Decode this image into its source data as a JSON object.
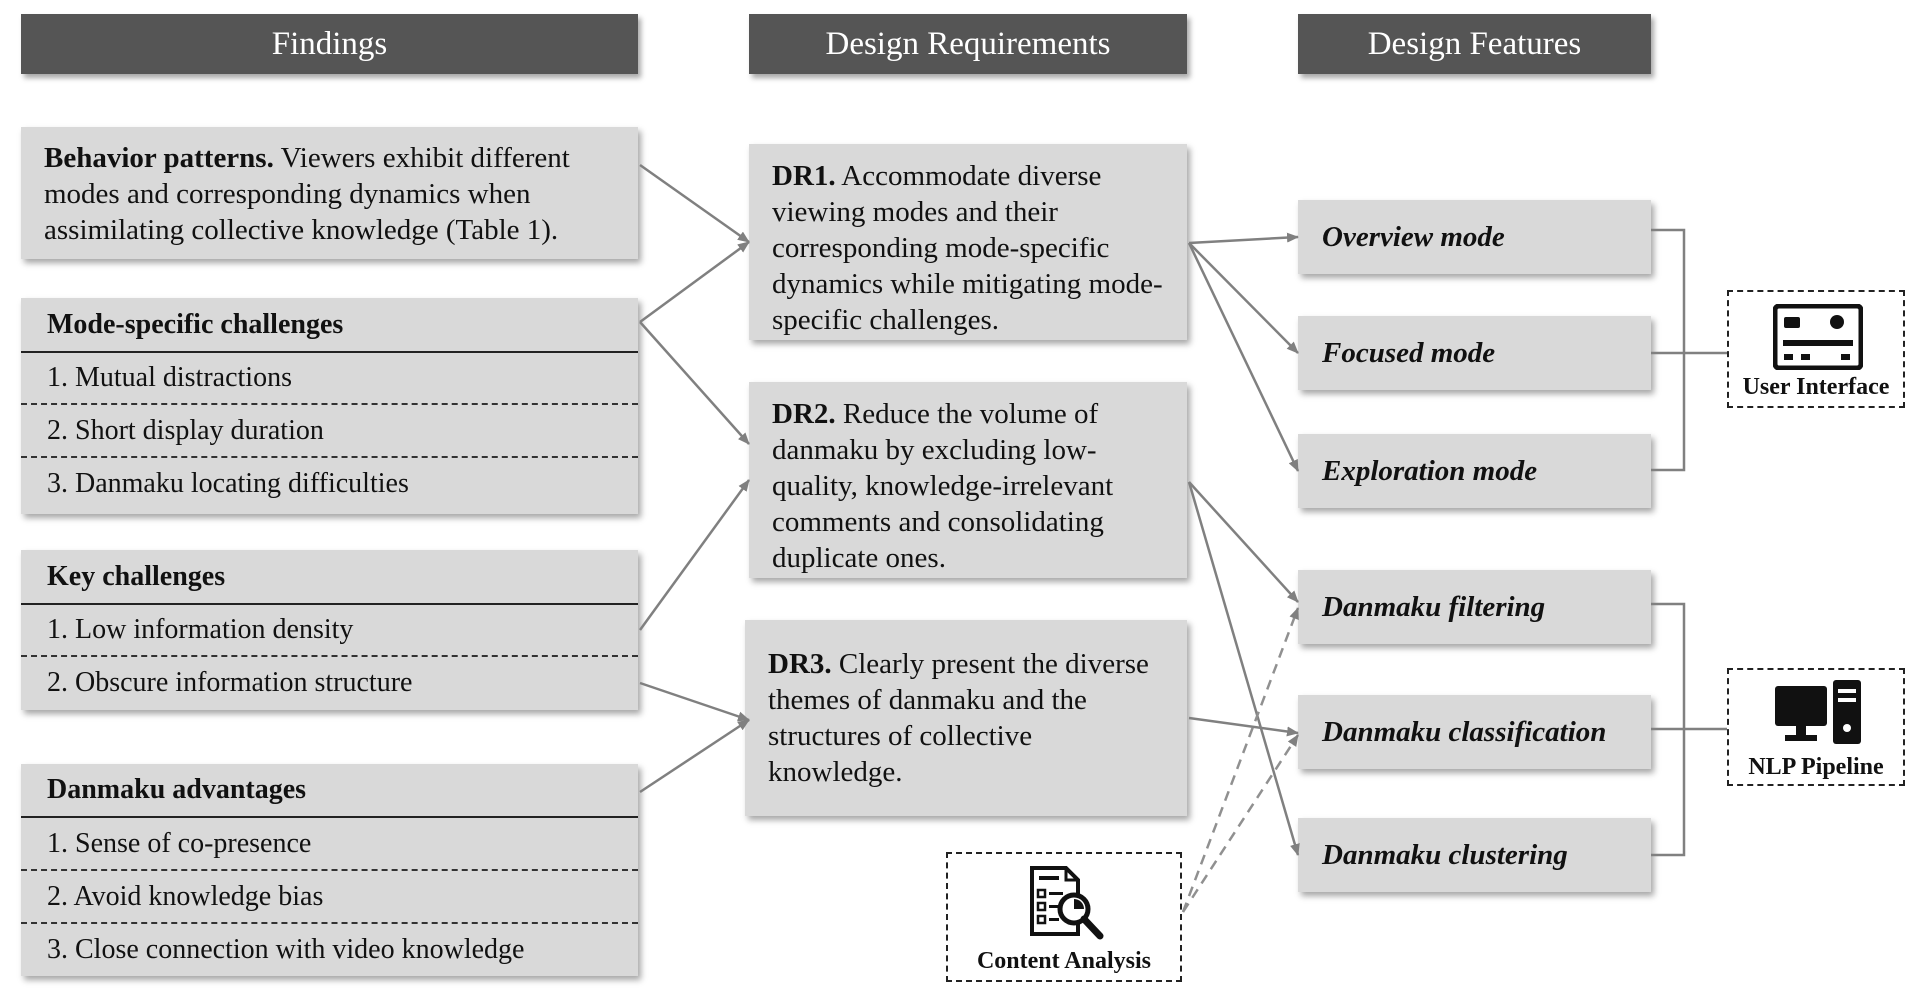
{
  "headers": {
    "findings": "Findings",
    "requirements": "Design Requirements",
    "features": "Design Features"
  },
  "findings": {
    "behavior": {
      "title": "Behavior patterns.",
      "text": " Viewers exhibit different modes and corresponding dynamics when assimilating collective knowledge (Table 1)."
    },
    "mode_challenges": {
      "title": "Mode-specific challenges",
      "items": [
        "1. Mutual distractions",
        "2. Short display duration",
        "3. Danmaku locating difficulties"
      ]
    },
    "key_challenges": {
      "title": "Key challenges",
      "items": [
        "1. Low information density",
        "2. Obscure information structure"
      ]
    },
    "advantages": {
      "title": "Danmaku advantages",
      "items": [
        "1. Sense of co-presence",
        "2. Avoid knowledge bias",
        "3. Close connection with video knowledge"
      ]
    }
  },
  "requirements": {
    "dr1": {
      "label": "DR1.",
      "text": " Accommodate diverse viewing modes and their corresponding mode-specific dynamics  while mitigating mode-specific  challenges."
    },
    "dr2": {
      "label": "DR2.",
      "text": " Reduce the volume of danmaku by excluding low-quality, knowledge-irrelevant comments and consolidating duplicate ones."
    },
    "dr3": {
      "label": "DR3.",
      "text": " Clearly present the diverse themes of danmaku and the structures of collective knowledge."
    }
  },
  "features": {
    "overview": "Overview mode",
    "focused": "Focused mode",
    "exploration": "Exploration mode",
    "filtering": "Danmaku filtering",
    "classification": "Danmaku classification",
    "clustering": "Danmaku clustering"
  },
  "sources": {
    "ui": {
      "label": "User Interface",
      "icon": "control-panel-icon"
    },
    "nlp": {
      "label": "NLP Pipeline",
      "icon": "computer-icon"
    },
    "content": {
      "label": "Content Analysis",
      "icon": "document-magnifier-icon"
    }
  },
  "colors": {
    "header_bg": "#555555",
    "box_bg": "#d9d9d9",
    "arrow": "#808080"
  }
}
